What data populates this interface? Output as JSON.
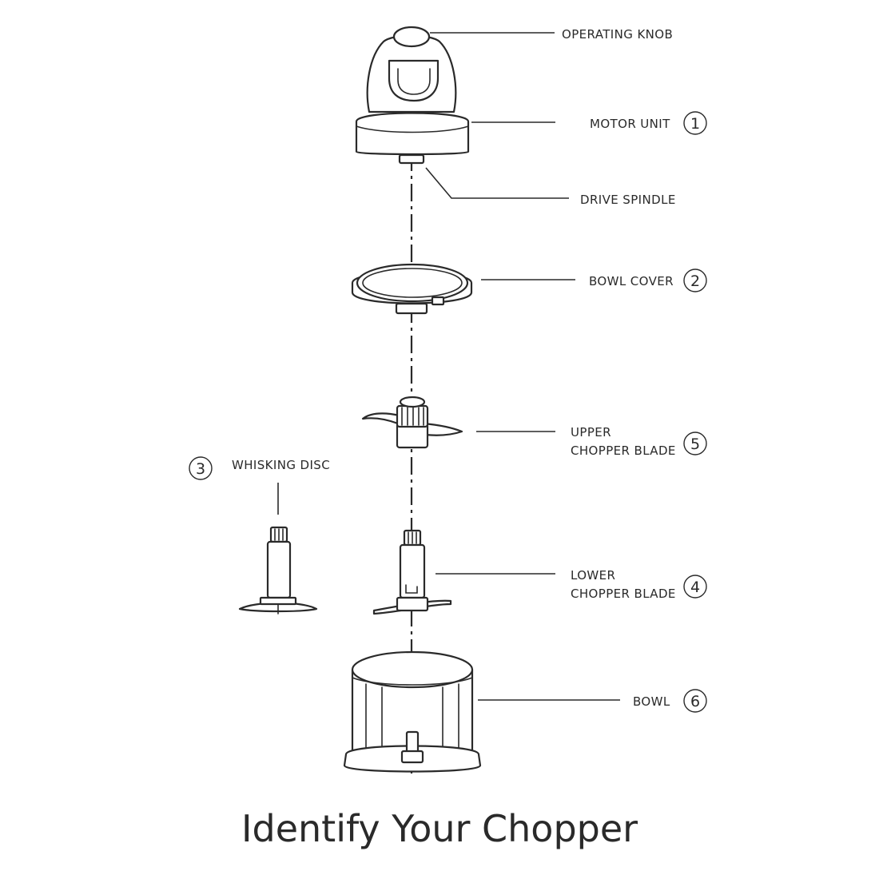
{
  "title": "Identify Your Chopper",
  "parts": {
    "operating_knob": {
      "label": "OPERATING KNOB"
    },
    "motor_unit": {
      "label": "MOTOR UNIT",
      "number": "1"
    },
    "drive_spindle": {
      "label": "DRIVE SPINDLE"
    },
    "bowl_cover": {
      "label": "BOWL COVER",
      "number": "2"
    },
    "upper_chopper_blade": {
      "label_line1": "UPPER",
      "label_line2": "CHOPPER BLADE",
      "number": "5"
    },
    "whisking_disc": {
      "label": "WHISKING DISC",
      "number": "3"
    },
    "lower_chopper_blade": {
      "label_line1": "LOWER",
      "label_line2": "CHOPPER BLADE",
      "number": "4"
    },
    "bowl": {
      "label": "BOWL",
      "number": "6"
    }
  }
}
